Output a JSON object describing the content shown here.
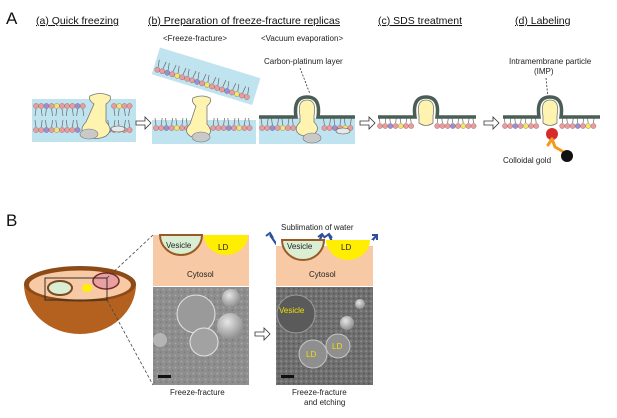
{
  "panel_a": {
    "letter": "A",
    "steps": [
      {
        "title": "(a) Quick freezing"
      },
      {
        "title": "(b) Preparation of freeze-fracture replicas"
      },
      {
        "title": "(c) SDS treatment"
      },
      {
        "title": "(d) Labeling"
      }
    ],
    "freeze_fracture_caption": "<Freeze-fracture>",
    "vacuum_caption": "<Vacuum evaporation>",
    "carbon_label": "Carbon-platinum layer",
    "imp_label_line1": "Intramembrane particle",
    "imp_label_line2": "(IMP)",
    "gold_label": "Colloidal gold"
  },
  "panel_b": {
    "letter": "B",
    "vesicle_label": "Vesicle",
    "ld_label": "LD",
    "cytosol_label": "Cytosol",
    "sublimation_label": "Sublimation of water",
    "left_caption": "Freeze-fracture",
    "right_caption_line1": "Freeze-fracture",
    "right_caption_line2": "and etching",
    "micrograph_vesicle": "Vesicle",
    "micrograph_ld": "LD"
  },
  "colors": {
    "ice": "#bfe3ef",
    "lipid_pink": "#ee9a9a",
    "lipid_purple": "#9b8fd0",
    "lipid_yellow": "#f6e36a",
    "protein": "#fff3b0",
    "replica": "#4a5e55",
    "cytosol": "#f7c9a5",
    "ld_yellow": "#ffee00",
    "vesicle_green": "#d9eed3",
    "cell_brown": "#b4611f",
    "arrow_blue": "#2f4e9c",
    "gold": "#111111",
    "antibody_red": "#d62a2a",
    "antibody_orange": "#f39a1c"
  }
}
